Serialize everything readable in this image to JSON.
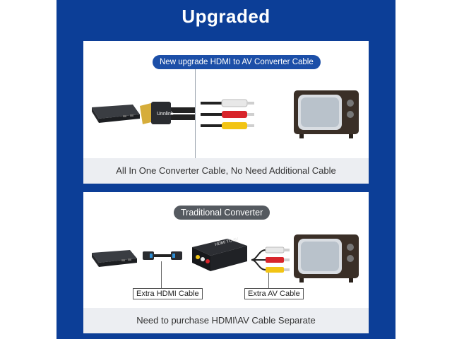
{
  "headline": "Upgraded",
  "new_section": {
    "badge": "New upgrade HDMI to AV Converter Cable",
    "cable_brand": "Unnlink",
    "caption": "All In One Converter Cable, No Need Additional Cable"
  },
  "traditional_section": {
    "badge": "Traditional Converter",
    "converter_box_label": "HDMI TO AV",
    "hdmi_tag": "Extra HDMI Cable",
    "av_tag": "Extra AV Cable",
    "caption": "Need to purchase HDMI\\AV Cable Separate"
  },
  "colors": {
    "background": "#0c3e97",
    "badge_blue": "#1c4fa8",
    "badge_gray": "#555a60",
    "caption_bar": "#eceef2",
    "rca_white": "#e8e8e8",
    "rca_red": "#d8252b",
    "rca_yellow": "#f2c414"
  }
}
